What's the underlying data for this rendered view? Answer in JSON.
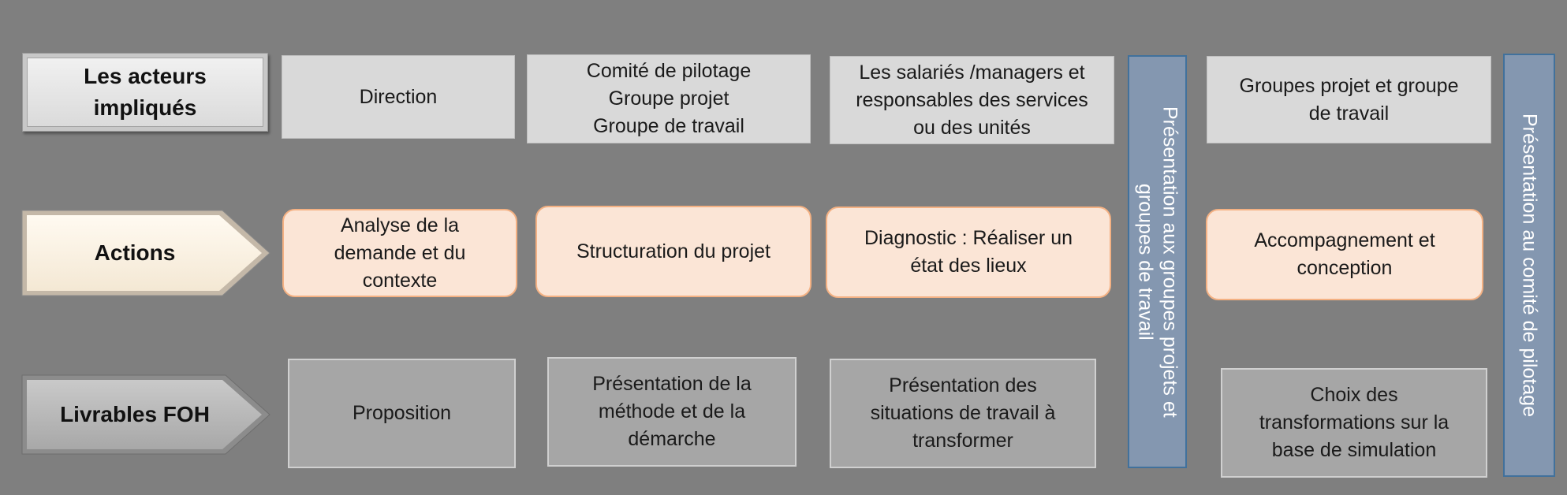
{
  "rows": {
    "actors": {
      "label": "Les acteurs\nimpliqués"
    },
    "actions": {
      "label": "Actions"
    },
    "deliverables": {
      "label": "Livrables FOH"
    }
  },
  "actors": [
    "Direction",
    "Comité de pilotage\nGroupe projet\nGroupe de travail",
    "Les salariés /managers et\nresponsables des services\nou des unités",
    "Groupes projet et groupe\nde travail"
  ],
  "actions": [
    "Analyse de la\ndemande et du\ncontexte",
    "Structuration du projet",
    "Diagnostic  : Réaliser un\nétat des lieux",
    "Accompagnement et\nconception"
  ],
  "deliverables": [
    "Proposition",
    "Présentation de la\nméthode et de la\ndémarche",
    "Présentation des\nsituations de travail à\ntransformer",
    "Choix des\ntransformations sur la\nbase de simulation"
  ],
  "presentations": [
    "Présentation aux groupes projets et\ngroupes de travail",
    "Présentation au comité de pilotage"
  ],
  "colors": {
    "background": "#7f7f7f",
    "actor_fill": "#d9d9d9",
    "action_fill": "#fbe5d6",
    "action_border": "#f4b183",
    "deliverable_fill": "#a6a6a6",
    "bar_fill": "#8497b0",
    "bar_border": "#41719c"
  }
}
